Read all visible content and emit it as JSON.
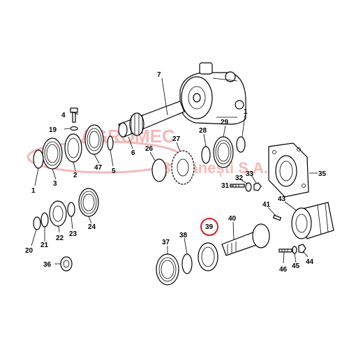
{
  "watermark": {
    "line1": "AGROMEC",
    "line2": "Ștefănești S.A.",
    "color": "#e03a3a"
  },
  "highlight": {
    "label": "39",
    "color": "#d42020"
  },
  "labels": {
    "p1a": "1",
    "p1b": "1",
    "p2": "2",
    "p3": "3",
    "p4": "4",
    "p5": "5",
    "p6": "6",
    "p7": "7",
    "p19": "19",
    "p20": "20",
    "p21": "21",
    "p22": "22",
    "p23": "23",
    "p24": "24",
    "p26": "26",
    "p27": "27",
    "p28": "28",
    "p29": "29",
    "p31": "31",
    "p32": "32",
    "p33": "33",
    "p35": "35",
    "p36": "36",
    "p37": "37",
    "p38": "38",
    "p39": "39",
    "p40": "40",
    "p41": "41",
    "p43": "43",
    "p44": "44",
    "p45": "45",
    "p46": "46",
    "p47": "47"
  }
}
